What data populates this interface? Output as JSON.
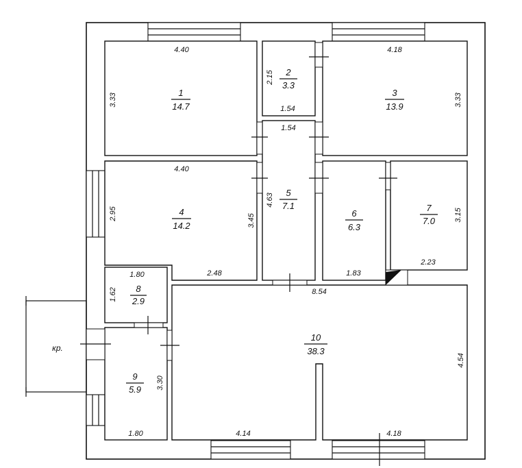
{
  "rooms": [
    {
      "id": "1",
      "area": "14.7"
    },
    {
      "id": "2",
      "area": "3.3"
    },
    {
      "id": "3",
      "area": "13.9"
    },
    {
      "id": "4",
      "area": "14.2"
    },
    {
      "id": "5",
      "area": "7.1"
    },
    {
      "id": "6",
      "area": "6.3"
    },
    {
      "id": "7",
      "area": "7.0"
    },
    {
      "id": "8",
      "area": "2.9"
    },
    {
      "id": "9",
      "area": "5.9"
    },
    {
      "id": "10",
      "area": "38.3"
    }
  ],
  "dimensions": {
    "r1_top": "4.40",
    "r1_left": "3.33",
    "r2_left": "2.15",
    "r2_bottom": "1.54",
    "r3_top": "4.18",
    "r3_right": "3.33",
    "r5_top": "1.54",
    "r5_left": "4.63",
    "r4_top": "4.40",
    "r4_left": "2.95",
    "r4_right": "3.45",
    "r4_bottom": "2.48",
    "r6_bottom": "1.83",
    "r7_right": "3.15",
    "r7_bottom": "2.23",
    "r8_top": "1.80",
    "r8_left": "1.62",
    "r10_top": "8.54",
    "r10_right": "4.54",
    "r10_bottom_left": "4.14",
    "r10_bottom_right": "4.18",
    "r9_left": "3.30",
    "r9_bottom": "1.80"
  },
  "porch_label": "кр."
}
